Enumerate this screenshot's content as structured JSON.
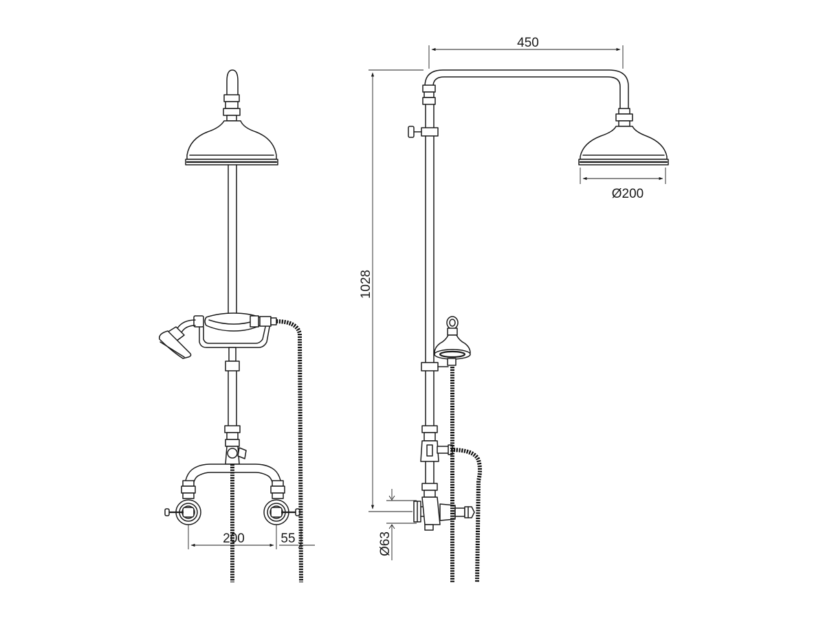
{
  "dimensions": {
    "arm_reach": "450",
    "head_diameter": "Ø200",
    "overall_height": "1028",
    "tap_centres": "200",
    "wall_offset": "55",
    "flange_diameter": "Ø63"
  },
  "colors": {
    "line": "#1a1a1a",
    "background": "#ffffff"
  }
}
